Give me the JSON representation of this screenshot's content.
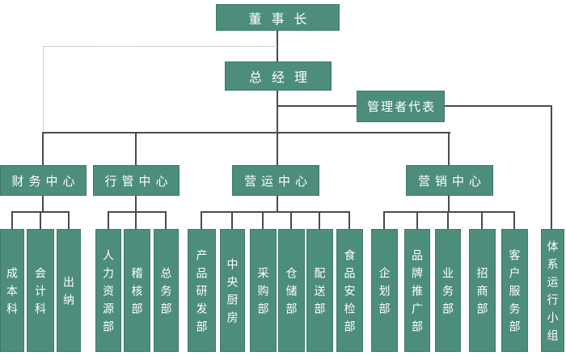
{
  "org": {
    "chairman": "董事长",
    "general_manager": "总经理",
    "management_rep": "管理者代表",
    "centers": {
      "finance": "财务中心",
      "admin": "行管中心",
      "operations": "营运中心",
      "marketing": "营销中心"
    },
    "departments": {
      "finance": [
        "成本科",
        "会计科",
        "出纳"
      ],
      "admin": [
        "人力资源部",
        "稽核部",
        "总务部"
      ],
      "operations": [
        "产品研发部",
        "中央厨房",
        "采购部",
        "仓储部",
        "配送部",
        "食品安检部"
      ],
      "marketing": [
        "企划部",
        "品牌推广部",
        "业务部",
        "招商部",
        "客户服务部"
      ]
    },
    "system_team": "体系运行小组"
  },
  "colors": {
    "node_fill": "#4d8d7c",
    "node_border": "#3e7a6b",
    "node_text": "#ffffff",
    "line": "#4a4a4a",
    "dotted_line": "#a0a0a0",
    "background": "#ffffff"
  }
}
